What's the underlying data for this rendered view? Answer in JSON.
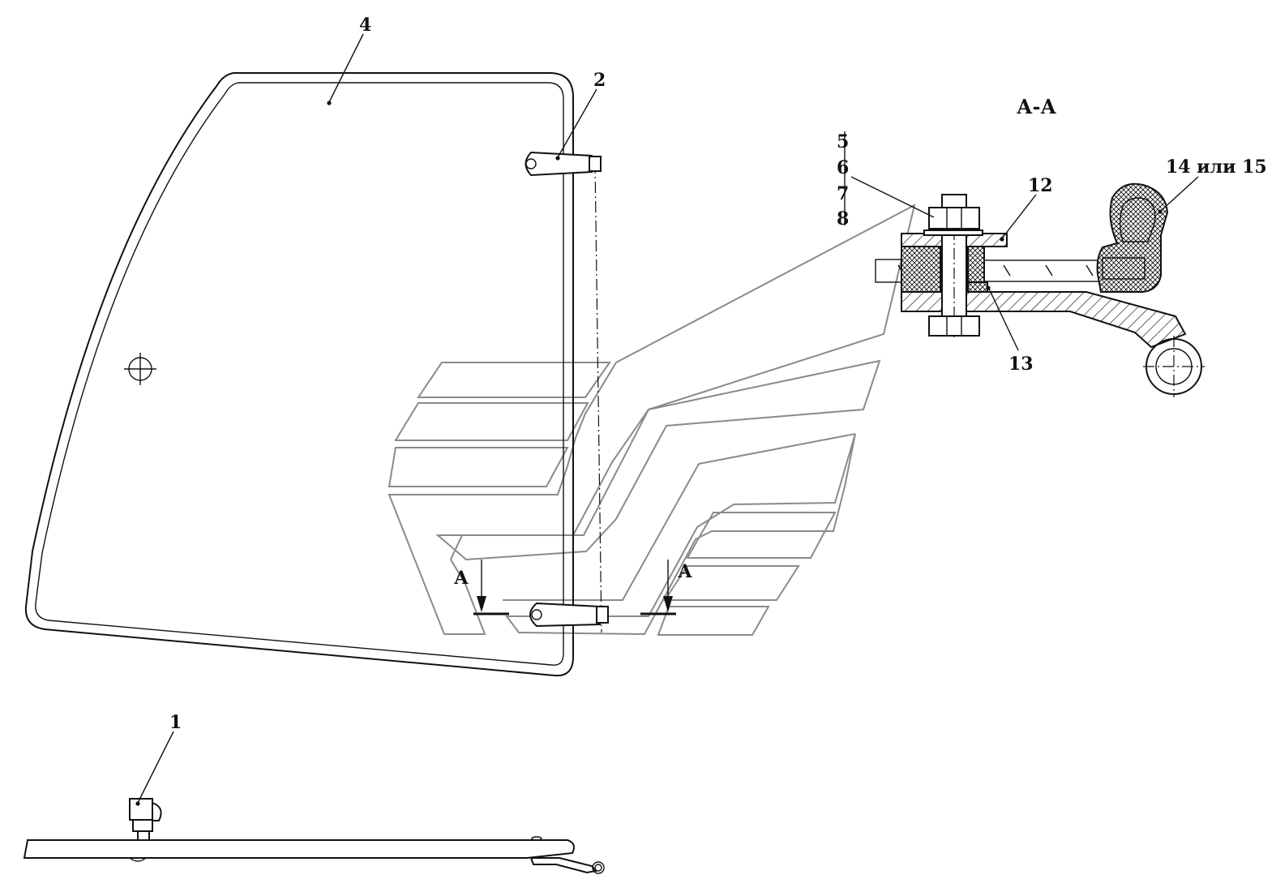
{
  "section_title": "А-А",
  "callouts": {
    "part_1": "1",
    "part_2": "2",
    "part_4": "4",
    "part_5": "5",
    "part_6": "6",
    "part_7": "7",
    "part_8": "8",
    "part_12": "12",
    "part_13": "13",
    "part_14_15": "14 или 15"
  },
  "section_marks": {
    "left": "А",
    "right": "А"
  },
  "colors": {
    "ink": "#111111",
    "ghost": "#8a8a8a",
    "paper": "#ffffff"
  }
}
